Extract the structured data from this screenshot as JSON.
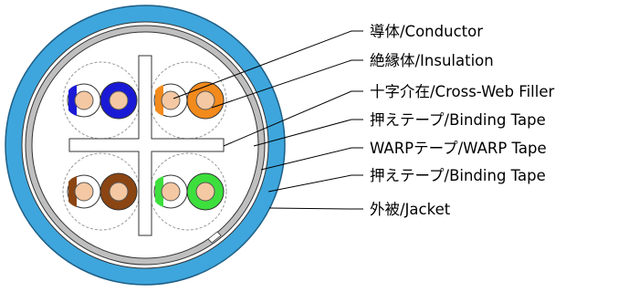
{
  "labels": {
    "conductor": "導体/Conductor",
    "insulation": "絶縁体/Insulation",
    "cross_web_filler": "十字介在/Cross-Web Filler",
    "binding_tape_inner": "押えテープ/Binding Tape",
    "warp_tape": "WARPテープ/WARP Tape",
    "binding_tape_outer": "押えテープ/Binding Tape",
    "jacket": "外被/Jacket"
  },
  "colors": {
    "jacket": "#3ea6dc",
    "jacket_outline": "#1f5f86",
    "warp_tape": "#bfbfbf",
    "conductor": "#f4c8a2",
    "pair_blue": "#1a1ad6",
    "pair_orange": "#f28a1c",
    "pair_brown": "#8b4513",
    "pair_green": "#3ddf3d"
  }
}
